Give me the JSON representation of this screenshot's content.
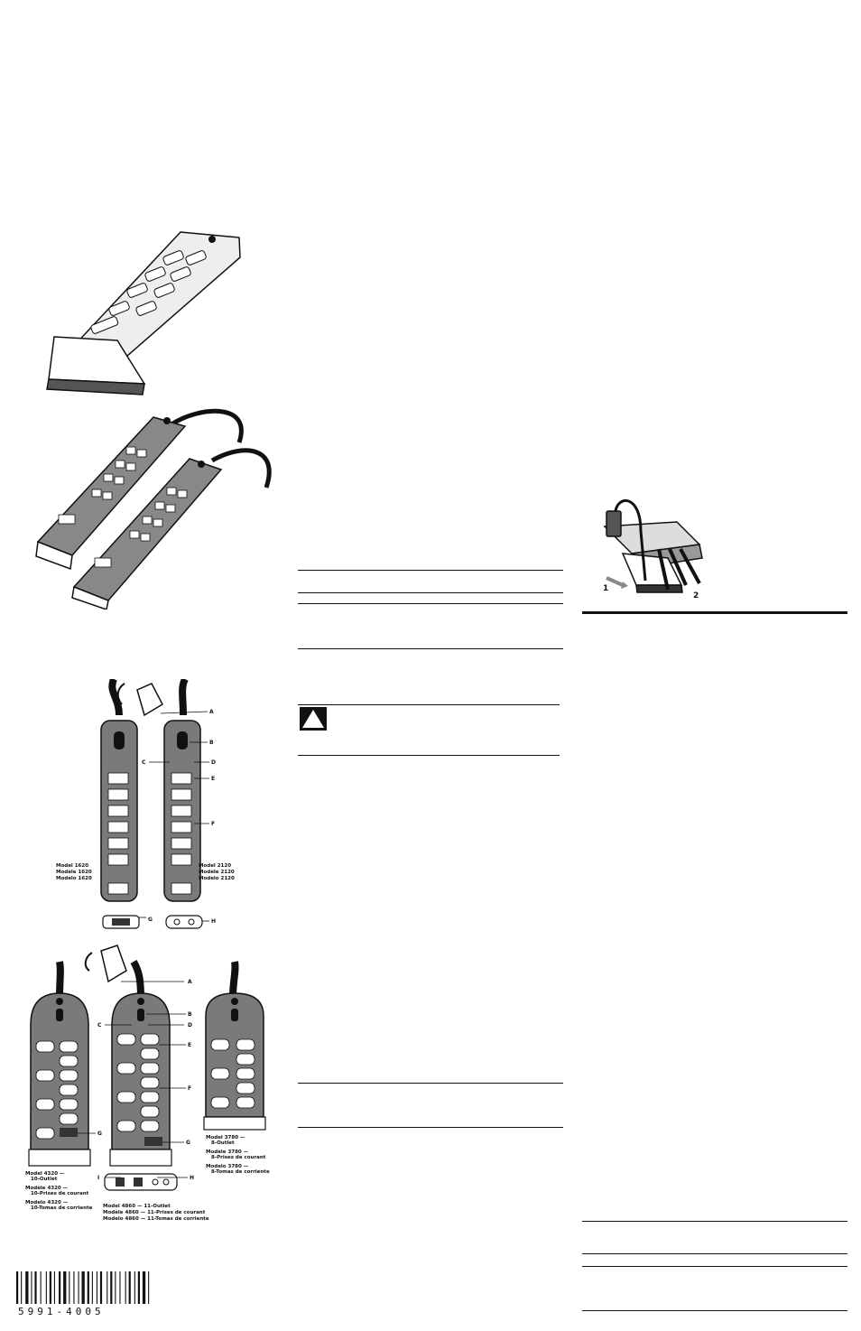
{
  "labels": {
    "a": "A",
    "b": "B",
    "c": "C",
    "d": "D",
    "e": "E",
    "f": "F",
    "g": "G",
    "h": "H",
    "i": "I",
    "step1": "1",
    "step2": "2"
  },
  "models": {
    "m1620": [
      "Model 1620",
      "Modèle 1620",
      "Modelo 1620"
    ],
    "m2120": [
      "Model 2120",
      "Modèle 2120",
      "Modelo 2120"
    ],
    "m4320": [
      "Model 4320 —",
      "10-Outlet",
      "Modèle 4320 —",
      "10-Prises de courant",
      "Modelo 4320 —",
      "10-Tomas de corriente"
    ],
    "m4860": [
      "Model 4860 — 11-Outlet",
      "Modèle 4860 — 11-Prises de courant",
      "Modelo 4860 — 11-Tomas de corriente"
    ],
    "m3780": [
      "Model 3780 —",
      "8-Outlet",
      "Modèle 3780 —",
      "8-Prises de courant",
      "Modelo 3780 —",
      "8-Tomas de corriente"
    ]
  },
  "barcode": {
    "digits": "5991-4005"
  },
  "colors": {
    "body": "#7a7a7a",
    "outline": "#111111",
    "light": "#d9d9d9"
  },
  "icons": {
    "warning": "warning-triangle-icon"
  }
}
